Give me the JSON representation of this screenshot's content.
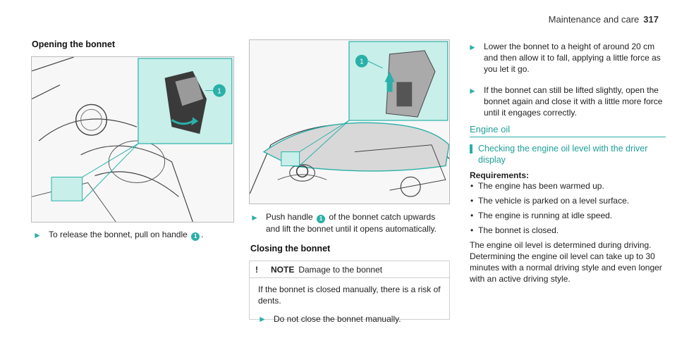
{
  "header": {
    "section": "Maintenance and care",
    "page": "317"
  },
  "opening": {
    "title": "Opening the bonnet",
    "step1_a": "To release the bonnet, pull on handle",
    "step1_b": ".",
    "step2_a": "Push handle",
    "step2_b": "of the bonnet catch upwards and lift the bonnet until it opens automatically."
  },
  "callout": "1",
  "closing": {
    "title": "Closing the bonnet",
    "note_label": "NOTE",
    "note_title": "Damage to the bonnet",
    "note_text": "If the bonnet is closed manually, there is a risk of dents.",
    "note_step": "Do not close the bonnet manually.",
    "step_lower": "Lower the bonnet to a height of around 20 cm and then allow it to fall, applying a little force as you let it go.",
    "step_lift": "If the bonnet can still be lifted slightly, open the bonnet again and close it with a little more force until it engages correctly."
  },
  "engine_oil": {
    "title": "Engine oil",
    "sub_title": "Checking the engine oil level with the driver display",
    "requirements_title": "Requirements:",
    "requirements": [
      "The engine has been warmed up.",
      "The vehicle is parked on a level surface.",
      "The engine is running at idle speed.",
      "The bonnet is closed."
    ],
    "paragraph": "The engine oil level is determined during driving. Determining the engine oil level can take up to 30 minutes with a normal driving style and even longer with an active driving style."
  },
  "colors": {
    "accent": "#2ab0a8",
    "callout_bg": "#c8efe9"
  },
  "icons": {
    "step_arrow": "►",
    "warning": "!"
  }
}
